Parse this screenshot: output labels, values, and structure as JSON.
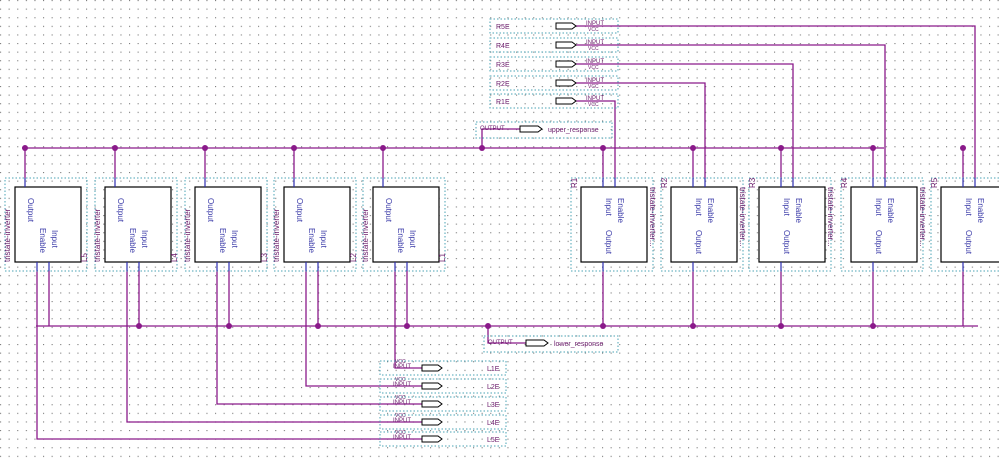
{
  "colors": {
    "wire": "#8a1a8a",
    "pin": "#2d2db0",
    "pin_label": "#3a3aa8",
    "block": "#000000",
    "dotted_frame": "#4aa3b5",
    "grid": "#7a7a7a",
    "io_text": "#6a1a6a",
    "net_label": "#6a1a6a"
  },
  "left_blocks": [
    {
      "tag": "L5",
      "type": "tristate-inverter",
      "pin_output": "Output",
      "pin_enable": "Enable",
      "pin_input": "Input"
    },
    {
      "tag": "L4",
      "type": "tristate-inverter",
      "pin_output": "Output",
      "pin_enable": "Enable",
      "pin_input": "Input"
    },
    {
      "tag": "L3",
      "type": "tristate-inverter",
      "pin_output": "Output",
      "pin_enable": "Enable",
      "pin_input": "Input"
    },
    {
      "tag": "L2",
      "type": "tristate-inverter",
      "pin_output": "Output",
      "pin_enable": "Enable",
      "pin_input": "Input"
    },
    {
      "tag": "L1",
      "type": "tristate-inverter",
      "pin_output": "Output",
      "pin_enable": "Enable",
      "pin_input": "Input"
    }
  ],
  "right_blocks": [
    {
      "tag": "R1",
      "type": "tristate-inverter...",
      "pin_output": "Output",
      "pin_enable": "Enable",
      "pin_input": "Input"
    },
    {
      "tag": "R2",
      "type": "tristate-inverter...",
      "pin_output": "Output",
      "pin_enable": "Enable",
      "pin_input": "Input"
    },
    {
      "tag": "R3",
      "type": "tristate-inverter...",
      "pin_output": "Output",
      "pin_enable": "Enable",
      "pin_input": "Input"
    },
    {
      "tag": "R4",
      "type": "tristate-inverter...",
      "pin_output": "Output",
      "pin_enable": "Enable",
      "pin_input": "Input"
    },
    {
      "tag": "R5",
      "type": "tristate-inverter...",
      "pin_output": "Output",
      "pin_enable": "Enable",
      "pin_input": "Input"
    }
  ],
  "right_inputs": [
    {
      "name": "R5E",
      "kind": "INPUT",
      "default": "VCC"
    },
    {
      "name": "R4E",
      "kind": "INPUT",
      "default": "VCC"
    },
    {
      "name": "R3E",
      "kind": "INPUT",
      "default": "VCC"
    },
    {
      "name": "R2E",
      "kind": "INPUT",
      "default": "VCC"
    },
    {
      "name": "R1E",
      "kind": "INPUT",
      "default": "VCC"
    }
  ],
  "left_inputs": [
    {
      "name": "L1E",
      "kind": "INPUT",
      "default": "VCC"
    },
    {
      "name": "L2E",
      "kind": "INPUT",
      "default": "VCC"
    },
    {
      "name": "L3E",
      "kind": "INPUT",
      "default": "VCC"
    },
    {
      "name": "L4E",
      "kind": "INPUT",
      "default": "VCC"
    },
    {
      "name": "L5E",
      "kind": "INPUT",
      "default": "VCC"
    }
  ],
  "outputs": {
    "upper": {
      "kind": "OUTPUT",
      "name": "upper_response"
    },
    "lower": {
      "kind": "OUTPUT",
      "name": "lower_response"
    }
  }
}
